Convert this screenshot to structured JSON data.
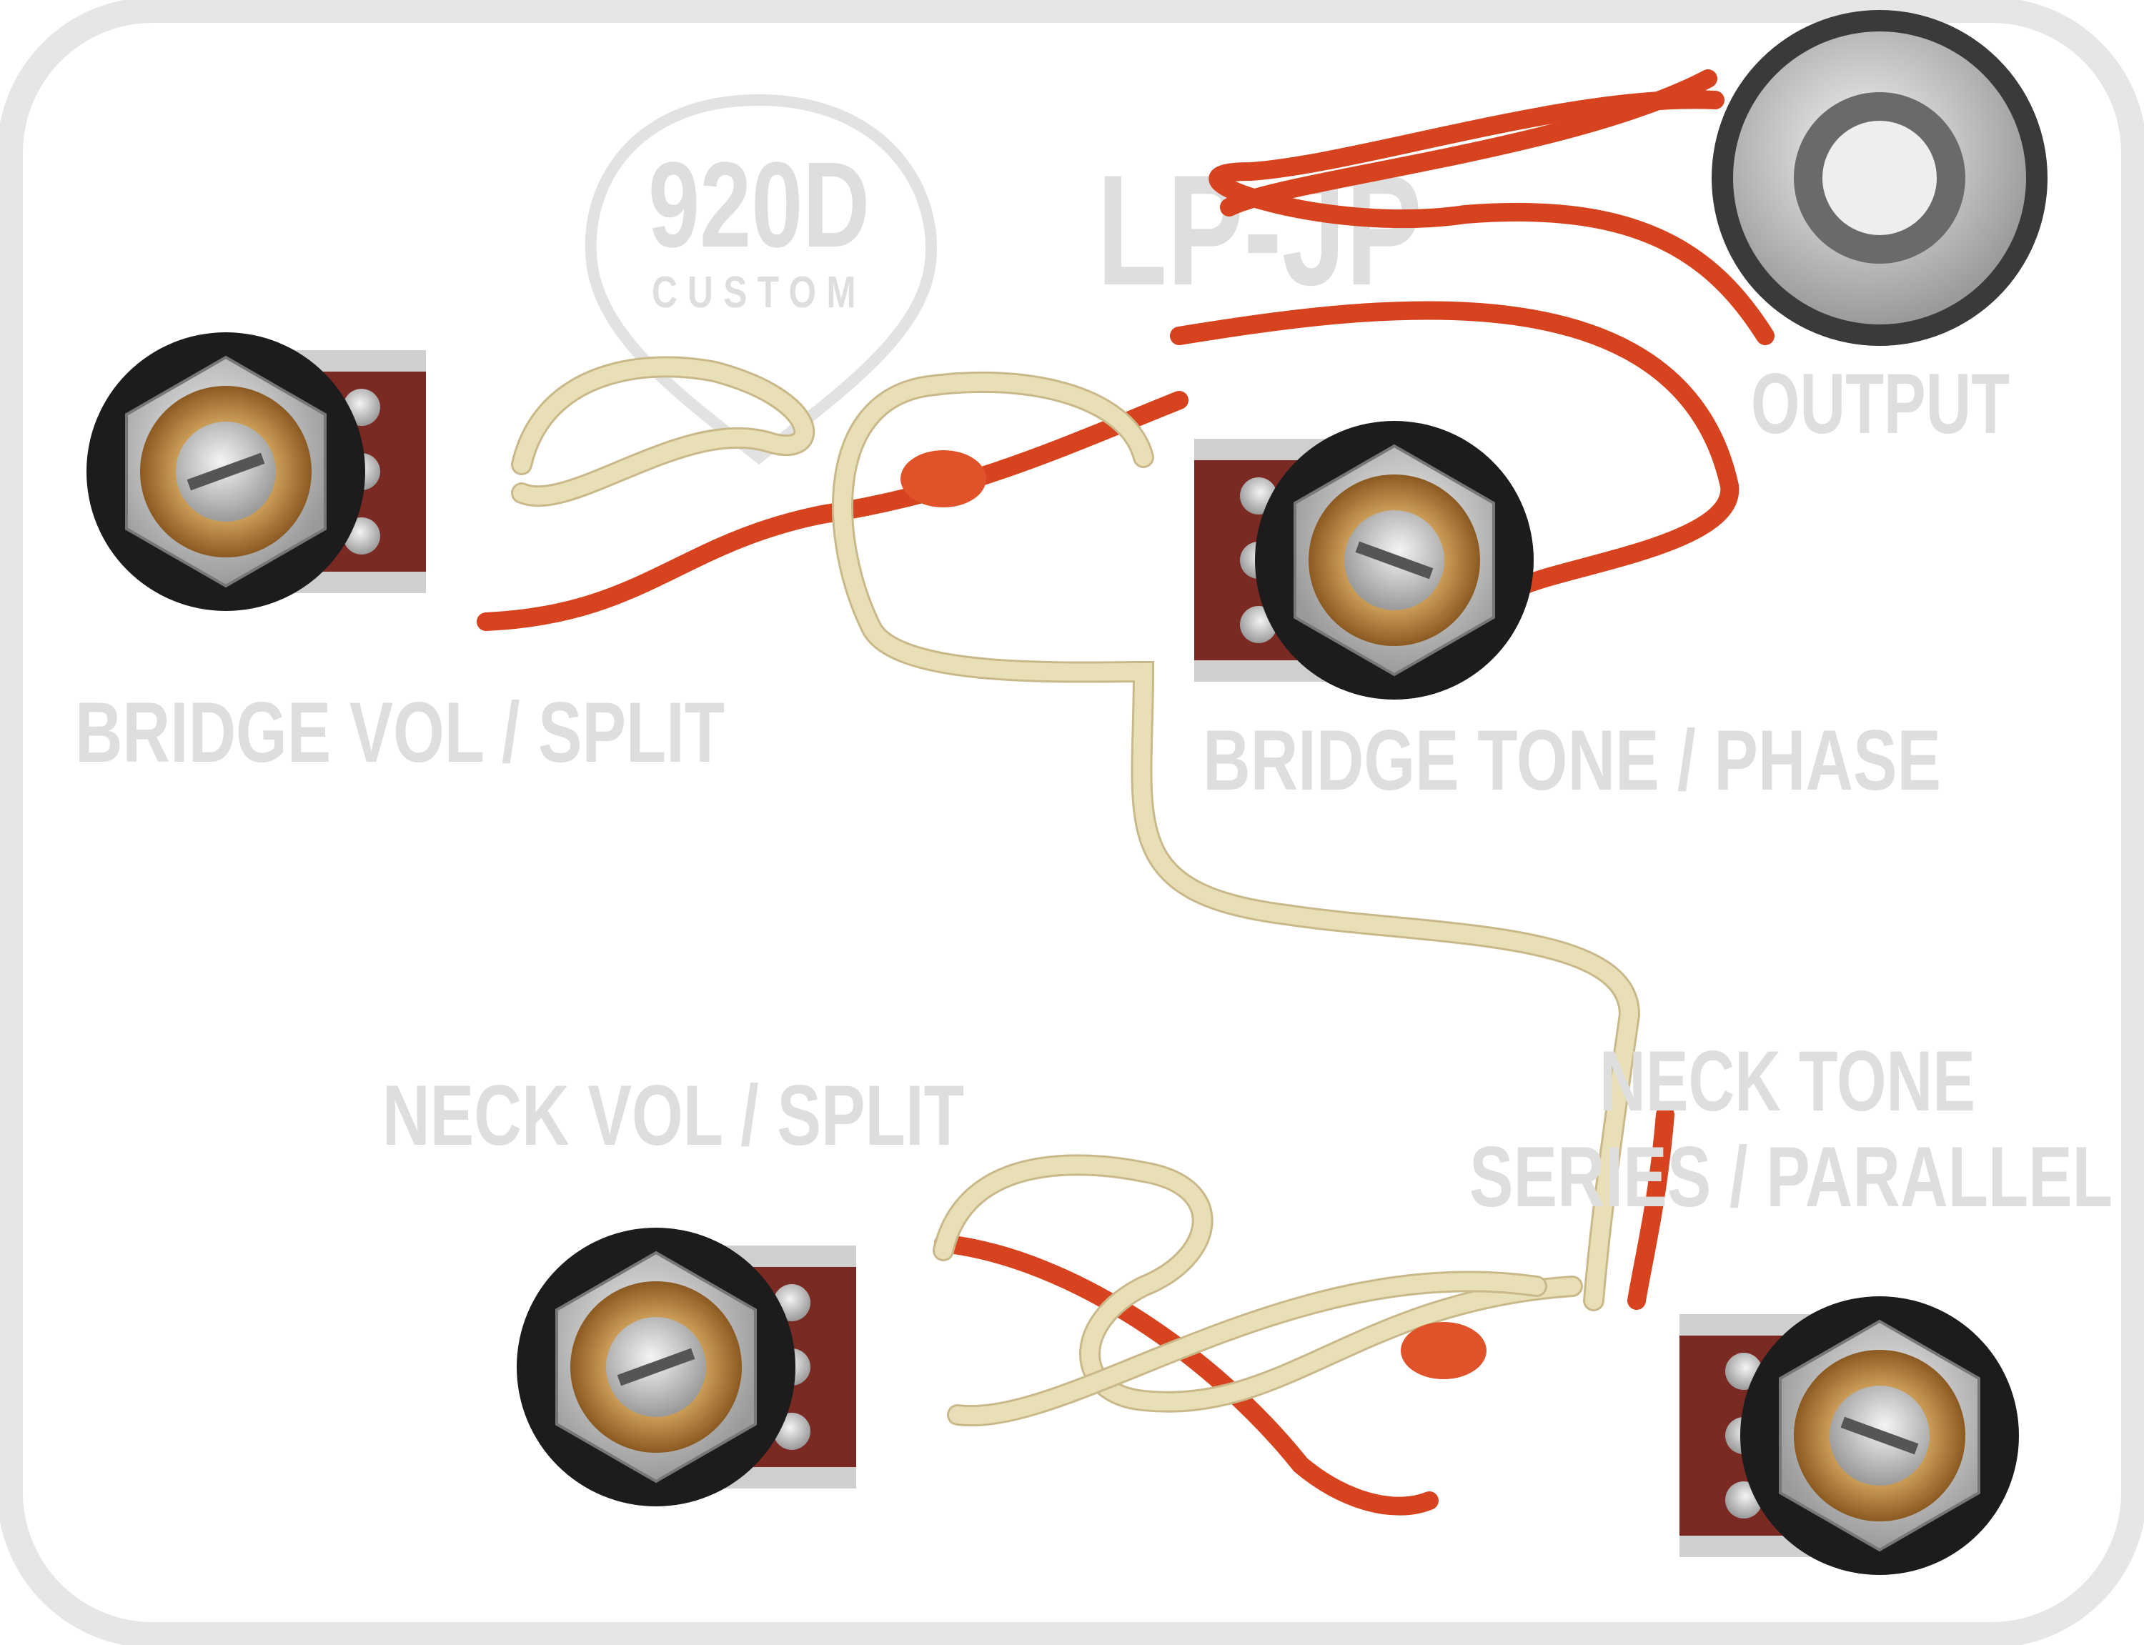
{
  "logo": {
    "brand": "920D",
    "sub": "CUSTOM"
  },
  "model": "LP-JP",
  "labels": {
    "output": "OUTPUT",
    "bridge_vol": "BRIDGE VOL / SPLIT",
    "bridge_tone": "BRIDGE TONE / PHASE",
    "neck_vol": "NECK VOL / SPLIT",
    "neck_tone_line1": "NECK TONE",
    "neck_tone_line2": "SERIES / PARALLEL"
  },
  "colors": {
    "background": "#ffffff",
    "frame": "#e4e4e4",
    "label_text": "#dedede",
    "wire_red": "#d8431f",
    "wire_cream": "#e9dfb6",
    "pot_body": "#7a2a22",
    "pot_nut": "#b8b8b8",
    "brass": "#c89a55"
  }
}
